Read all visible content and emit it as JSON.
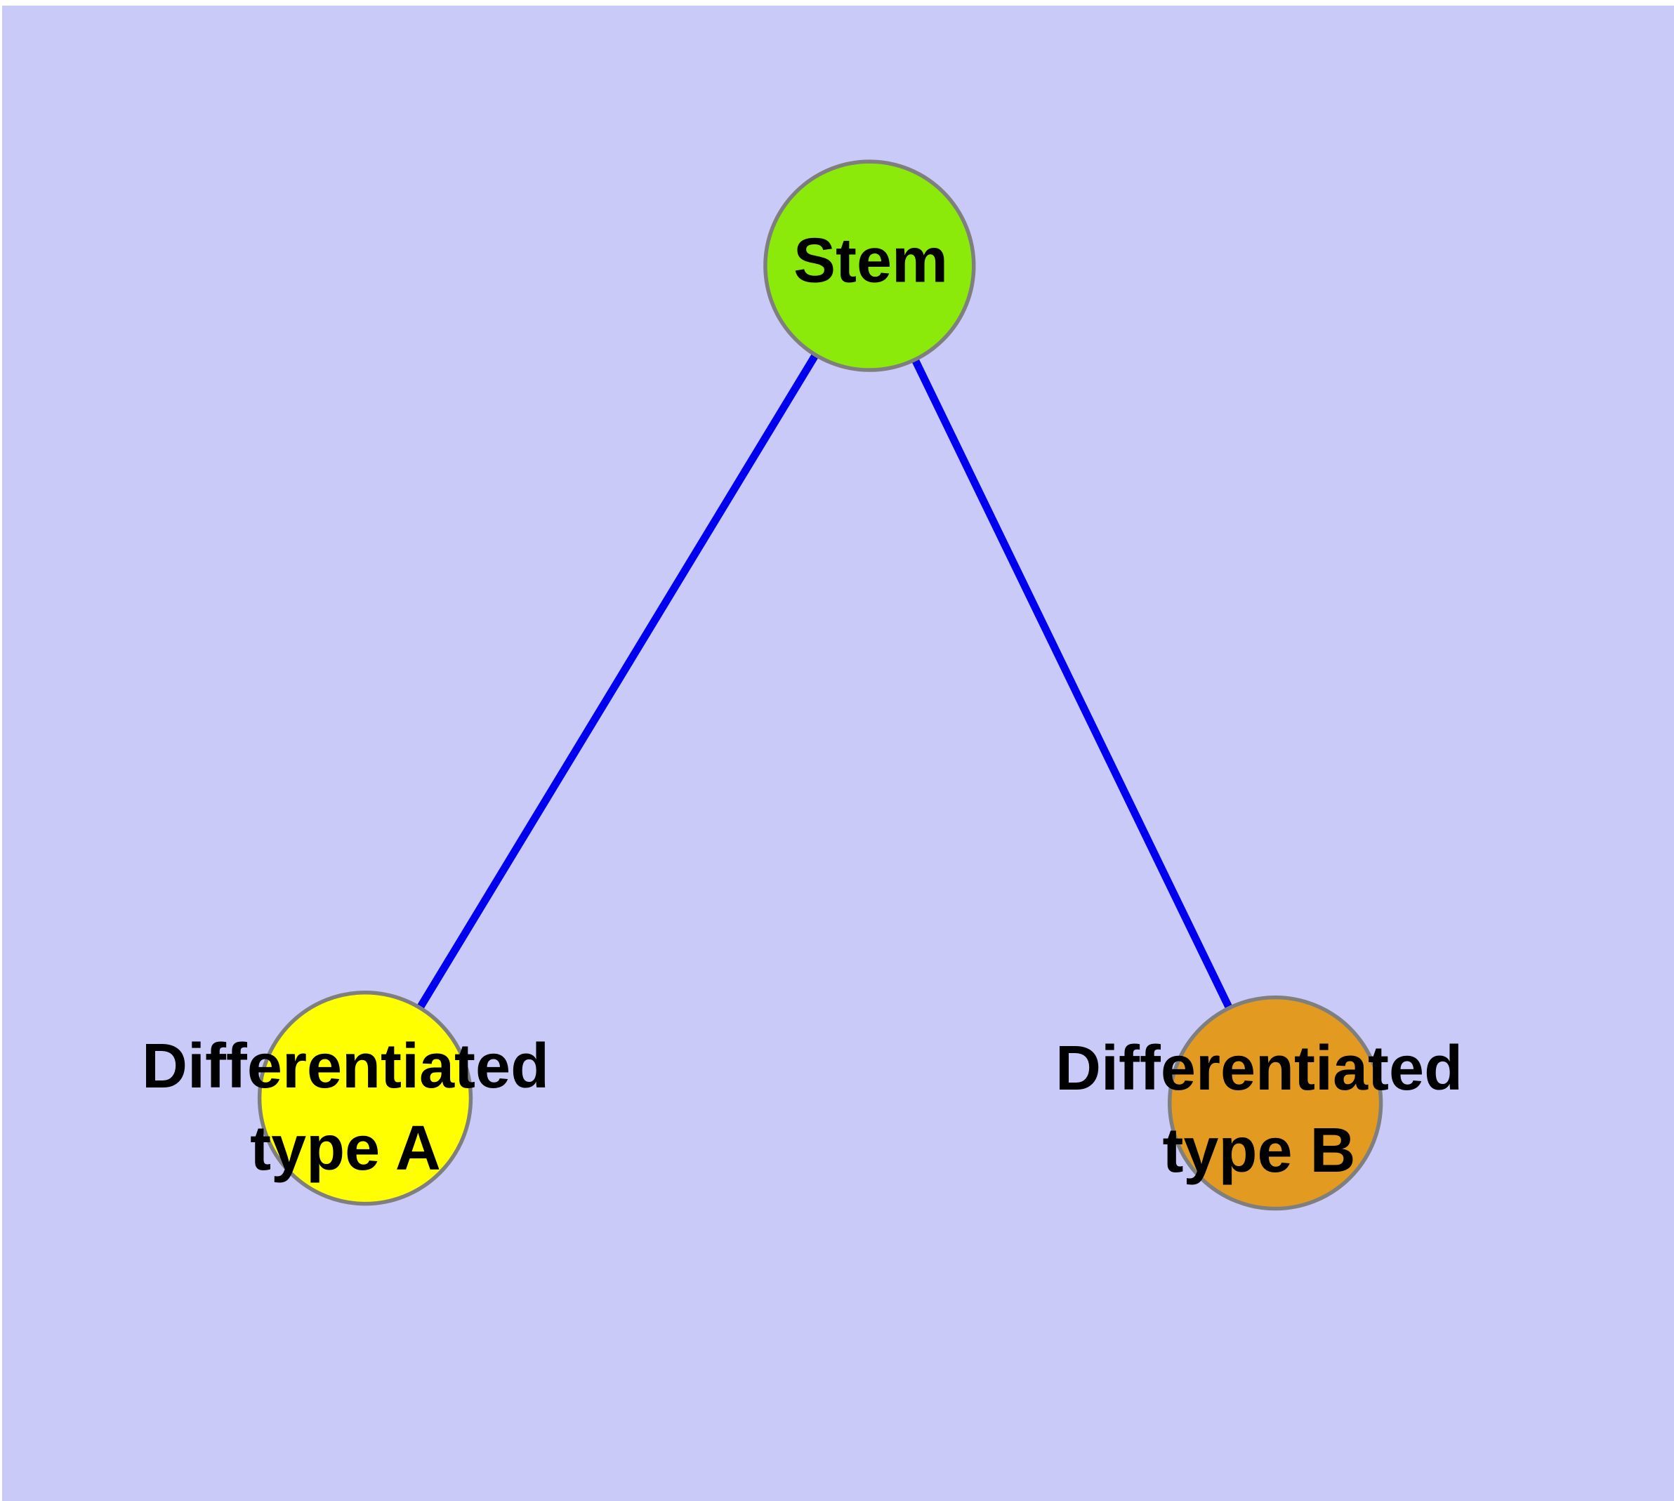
{
  "diagram": {
    "title": "",
    "page_color": "#ffffff",
    "background_color": "#cacaf9",
    "edge_color": "#0000ee",
    "edge_width": 11,
    "node_border_color": "#7f7f7f",
    "node_border_width": 5.5,
    "label_color": "#000000",
    "nodes": [
      {
        "id": "stem",
        "label_lines": [
          "Stem",
          ""
        ],
        "fill": "#8cea0a"
      },
      {
        "id": "diff-a",
        "label_lines": [
          "Differentiated",
          "type A"
        ],
        "fill": "#ffff00"
      },
      {
        "id": "diff-b",
        "label_lines": [
          "Differentiated",
          "type B"
        ],
        "fill": "#e29b20"
      }
    ],
    "edges": [
      {
        "from": "stem",
        "to": "diff-a"
      },
      {
        "from": "stem",
        "to": "diff-b"
      }
    ]
  }
}
